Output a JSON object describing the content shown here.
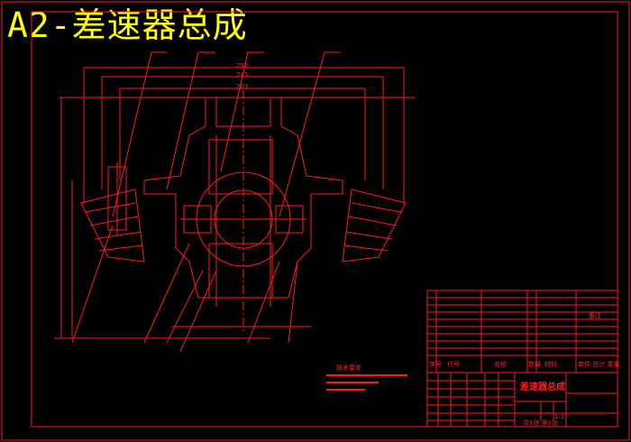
{
  "drawing_title": "A2-差速器总成",
  "colors": {
    "background": "#000000",
    "lines": "#ff0000",
    "title": "#ffff00"
  },
  "dimensions": [
    "296",
    "245",
    "203"
  ],
  "technical_requirements": {
    "heading": "技术要求"
  },
  "parts_table": {
    "headers": [
      "序号",
      "代号",
      "名称",
      "数量",
      "材料",
      "单件 总计 重量",
      "备注"
    ]
  },
  "title_block": {
    "part_name": "差速器总成",
    "scale": "1:1",
    "sheets": "共1张 第1张"
  }
}
